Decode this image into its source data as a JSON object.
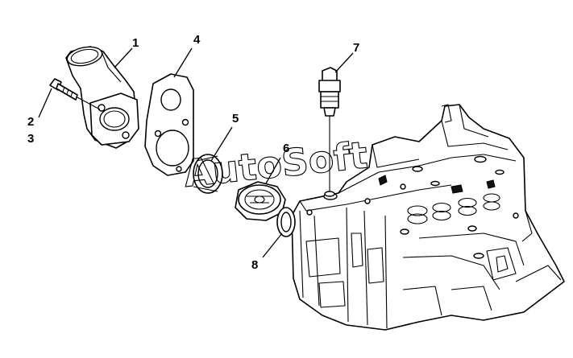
{
  "diagram": {
    "callouts": [
      "1",
      "2",
      "3",
      "4",
      "5",
      "6",
      "7",
      "8"
    ],
    "watermark": "AutoSoft"
  },
  "colors": {
    "line": "#000000",
    "background": "#ffffff"
  }
}
